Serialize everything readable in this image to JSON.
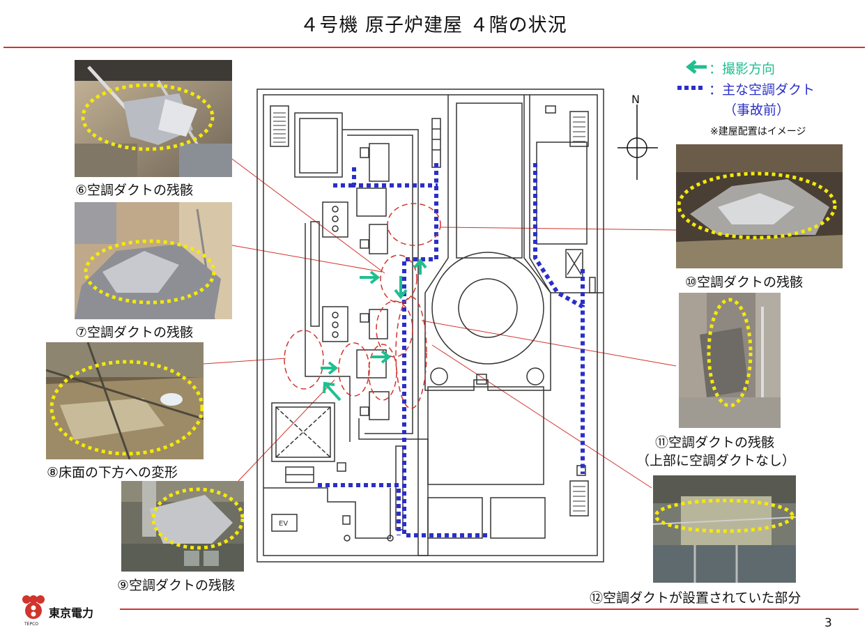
{
  "title": "４号機 原子炉建屋 ４階の状況",
  "legend": {
    "direction_label": "：撮影方向",
    "duct_label": "：主な空調ダクト",
    "duct_sub": "（事故前）",
    "note": "※建屋配置はイメージ",
    "north": "N",
    "arrow_color": "#1fbf8f",
    "duct_color": "#2b2fc8"
  },
  "photos": [
    {
      "id": "6",
      "caption": "⑥空調ダクトの残骸"
    },
    {
      "id": "7",
      "caption": "⑦空調ダクトの残骸"
    },
    {
      "id": "8",
      "caption": "⑧床面の下方への変形"
    },
    {
      "id": "9",
      "caption": "⑨空調ダクトの残骸"
    },
    {
      "id": "10",
      "caption": "⑩空調ダクトの残骸"
    },
    {
      "id": "11",
      "caption": "⑪空調ダクトの残骸",
      "caption2": "（上部に空調ダクトなし）"
    },
    {
      "id": "12",
      "caption": "⑫空調ダクトが設置されていた部分"
    }
  ],
  "plan": {
    "ev_label": "EV"
  },
  "logo": {
    "name": "東京電力",
    "sub": "TEPCO"
  },
  "page_number": "3"
}
